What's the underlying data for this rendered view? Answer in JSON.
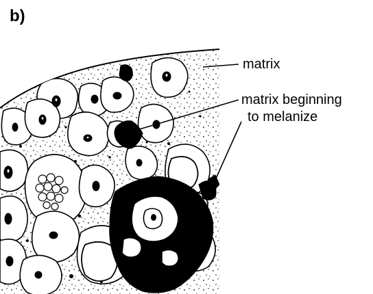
{
  "figure": {
    "panel_label": "b)",
    "labels": {
      "matrix": "matrix",
      "beginning_line1": "matrix beginning",
      "beginning_line2": "to melanize"
    }
  },
  "colors": {
    "ink": "#000000",
    "paper": "#ffffff"
  }
}
